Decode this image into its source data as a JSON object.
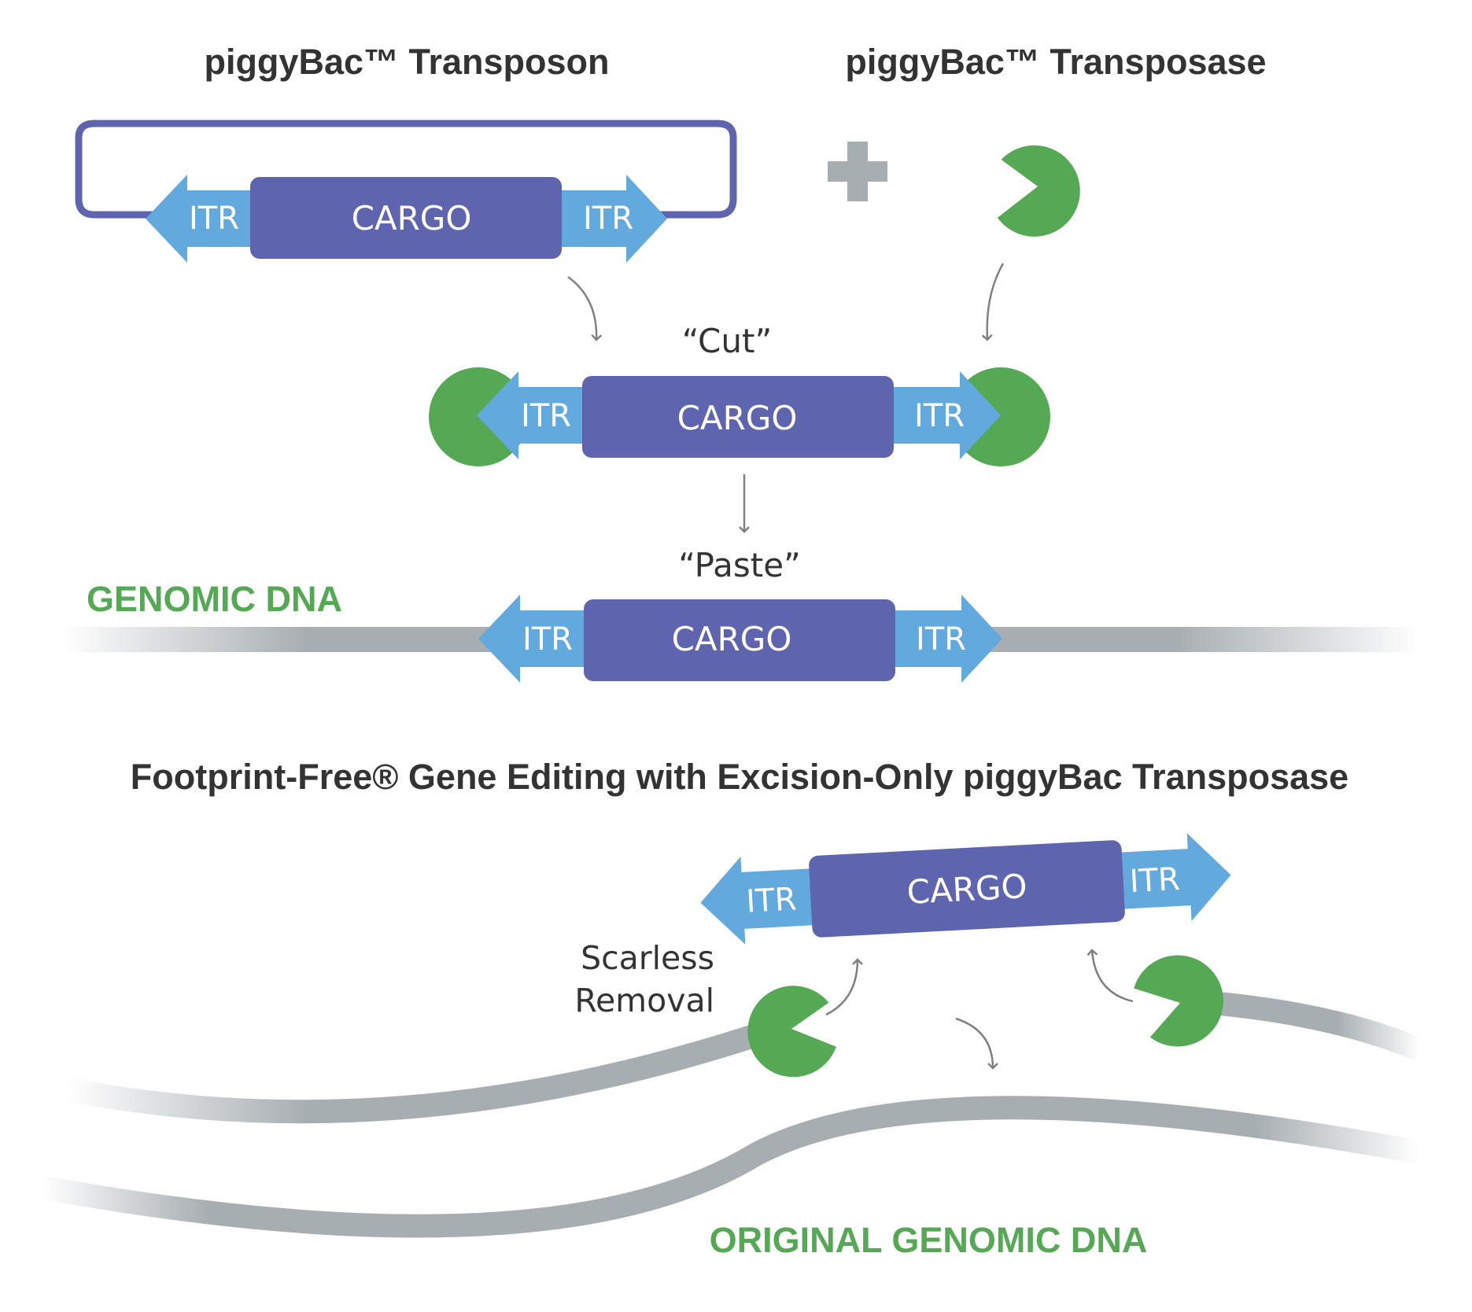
{
  "titles": {
    "transposon": "piggyBac™ Transposon",
    "transposase": "piggyBac™ Transposase",
    "footprint": "Footprint-Free® Gene Editing with Excision-Only piggyBac Transposase"
  },
  "labels": {
    "itr": "ITR",
    "cargo": "CARGO",
    "cut": "“Cut”",
    "paste": "“Paste”",
    "genomic_dna": "GENOMIC DNA",
    "original_genomic_dna": "ORIGINAL GENOMIC DNA",
    "scarless_line1": "Scarless",
    "scarless_line2": "Removal"
  },
  "colors": {
    "cargo": "#5f64ae",
    "itr": "#62a9dd",
    "transposase": "#55a954",
    "dna": "#a7aeb1",
    "plus": "#a7aeb1",
    "arrow": "#808080",
    "green_text": "#55a954",
    "title_text": "#333333"
  },
  "icons": {
    "plus": "plus-icon",
    "transposase": "pacman-enzyme-icon"
  }
}
